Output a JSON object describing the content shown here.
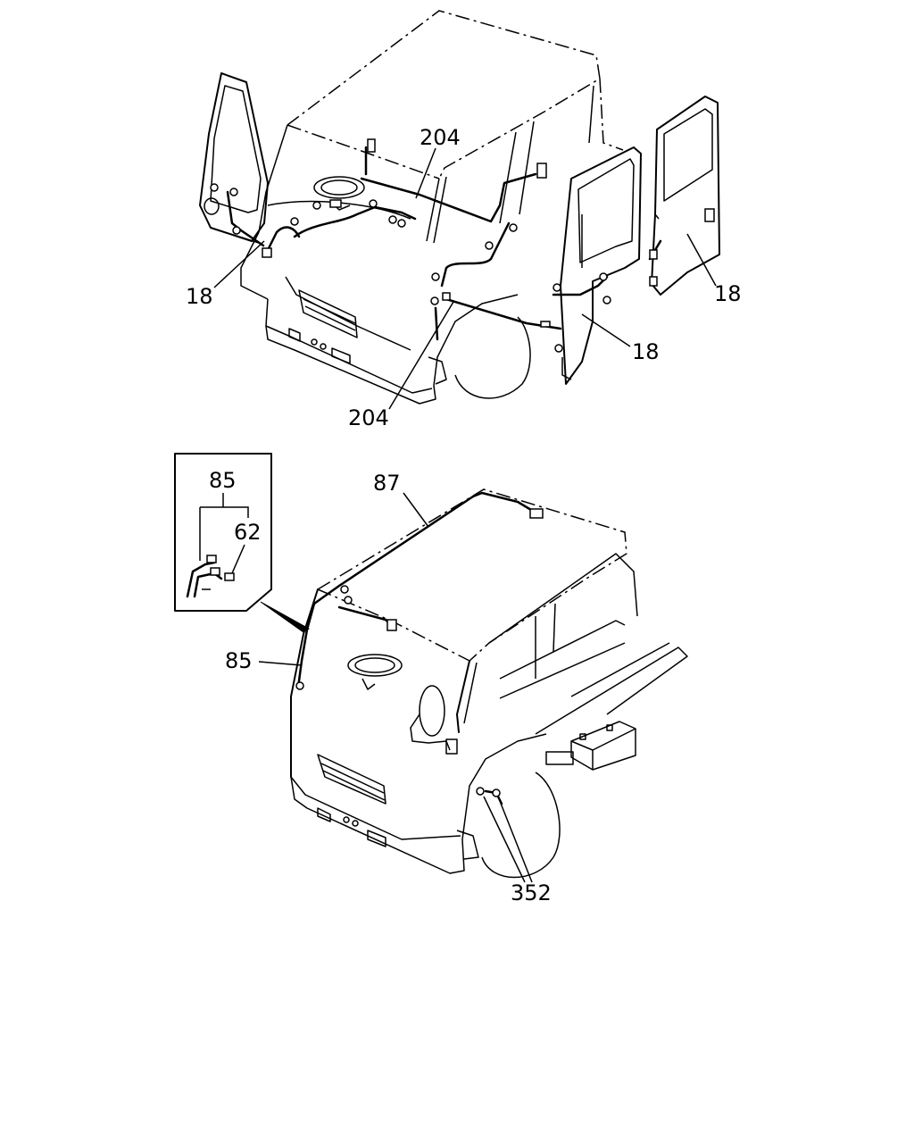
{
  "callouts": {
    "top_left_door": "18",
    "top_harness_upper": "204",
    "top_rear_door": "18",
    "top_front_door_right": "18",
    "top_harness_lower": "204",
    "inset_top": "85",
    "inset_sub": "62",
    "bottom_roof": "87",
    "bottom_pillar": "85",
    "bottom_fender": "352"
  }
}
